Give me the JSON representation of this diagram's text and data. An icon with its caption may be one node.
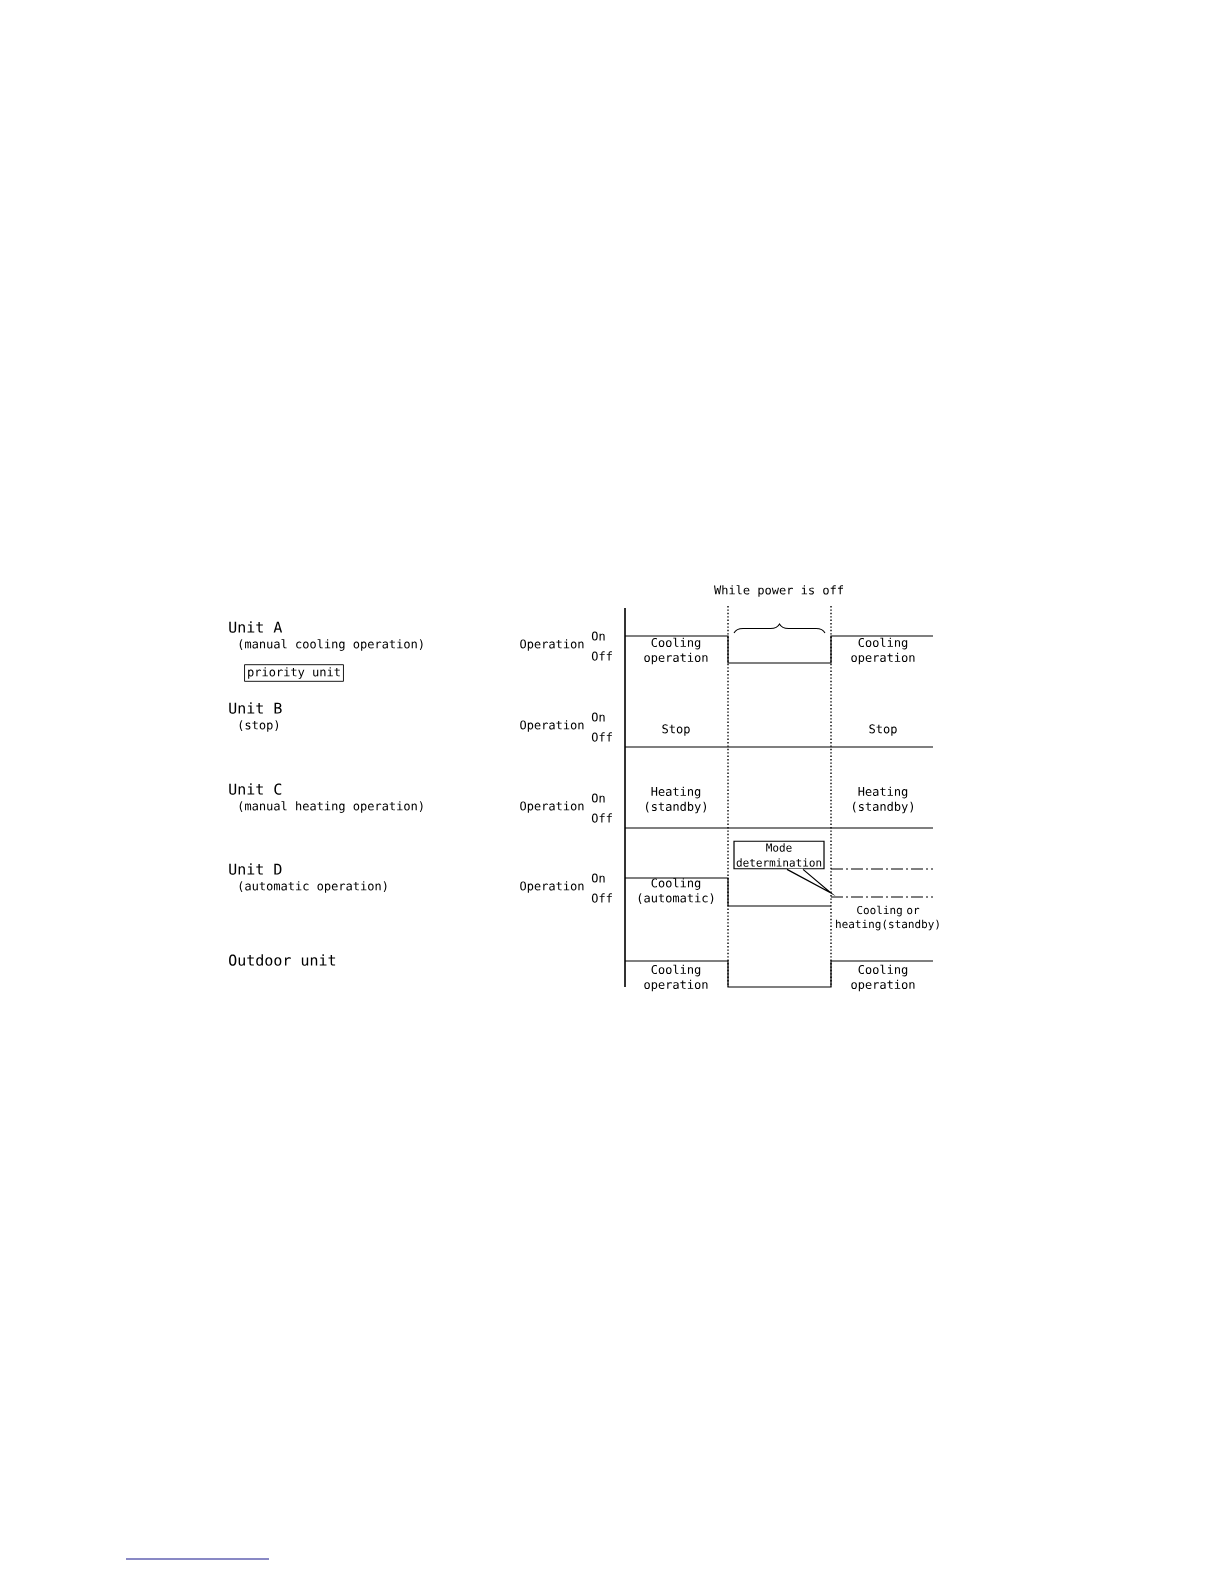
{
  "diagram": {
    "nodes": [
      {
        "text": [
          "priority unit"
        ]
      },
      {
        "text": [
          "Mode determination"
        ]
      }
    ],
    "labels": [
      "While power is off",
      "Unit A",
      "(manual cooling operation)",
      "Operation",
      "On",
      "Off",
      "Cooling operation",
      "Cooling operation",
      "Unit B",
      "(stop)",
      "Operation",
      "On",
      "Off",
      "Stop",
      "Stop",
      "Unit C",
      "(manual heating operation)",
      "Operation",
      "On",
      "Off",
      "Heating (standby)",
      "Heating (standby)",
      "Unit D",
      "(automatic operation)",
      "Operation",
      "On",
      "Off",
      "Cooling (automatic)",
      "Cooling or heating(standby)",
      "Outdoor unit",
      "Cooling operation",
      "Cooling operation"
    ]
  }
}
